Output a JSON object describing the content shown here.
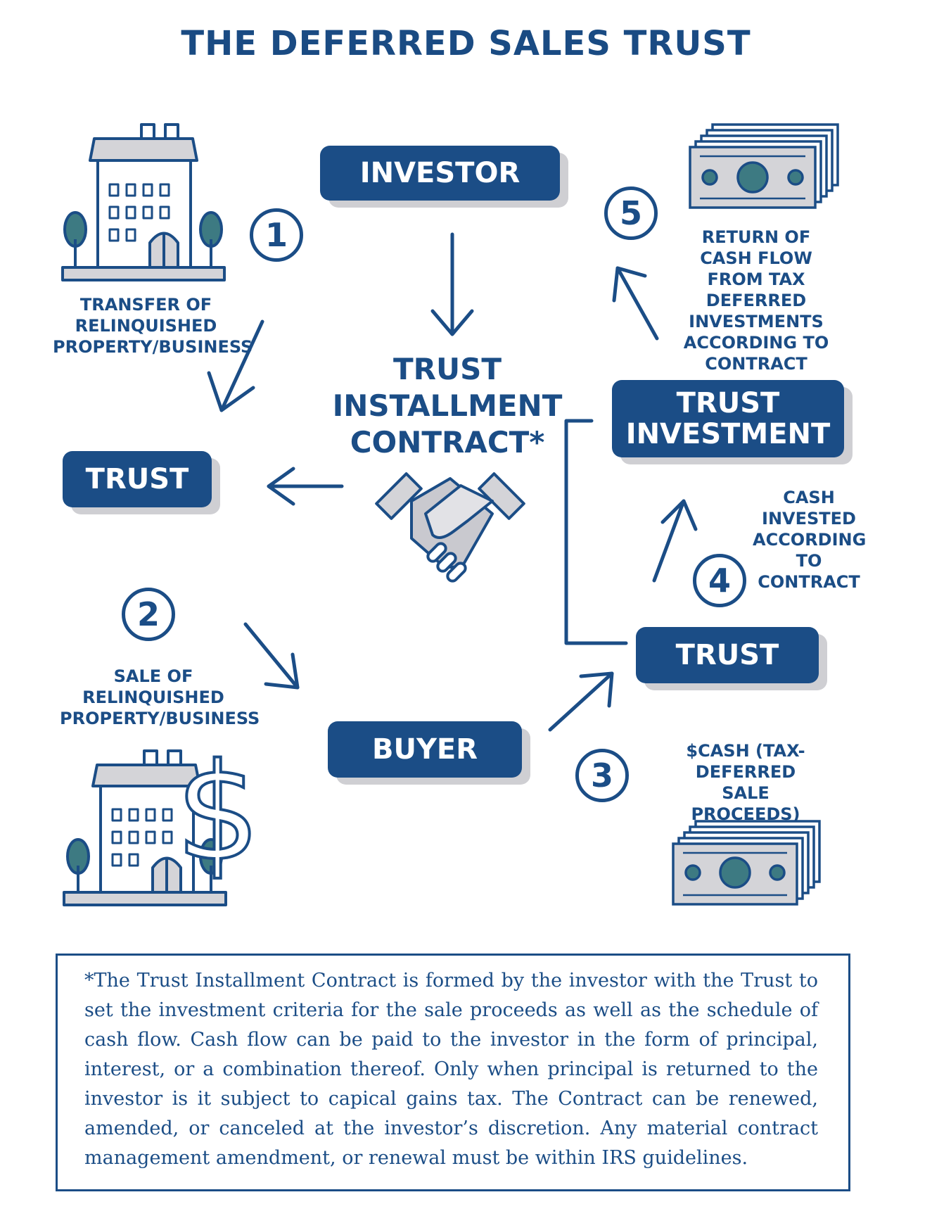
{
  "title": "THE DEFERRED SALES TRUST",
  "nodes": {
    "investor": "INVESTOR",
    "trust_left": "TRUST",
    "trust_investment": "TRUST INVESTMENT",
    "trust_right": "TRUST",
    "buyer": "BUYER"
  },
  "contract_title": "TRUST INSTALLMENT CONTRACT*",
  "steps": [
    {
      "number": "1",
      "label": "TRANSFER OF RELINQUISHED PROPERTY/BUSINESS"
    },
    {
      "number": "2",
      "label": "SALE OF RELINQUISHED PROPERTY/BUSINESS"
    },
    {
      "number": "3",
      "label": "$CASH (TAX-DEFERRED SALE PROCEEDS)"
    },
    {
      "number": "4",
      "label": "CASH INVESTED ACCORDING TO CONTRACT"
    },
    {
      "number": "5",
      "label": "RETURN OF CASH FLOW FROM TAX DEFERRED INVESTMENTS ACCORDING TO CONTRACT"
    }
  ],
  "dollar_sign": "$",
  "footnote": "*The Trust Installment Contract is formed by the investor with the Trust to set the investment criteria for the sale proceeds as well as the schedule of cash flow. Cash flow can be paid to the investor in the form of principal, interest, or a combination thereof. Only when principal is returned to the investor is it subject to capical gains tax. The Contract can be renewed, amended, or canceled at the investor’s discretion. Any material contract management amendment, or renewal must be within IRS guidelines.",
  "colors": {
    "primary": "#1b4d86",
    "shadow": "#cfcfd3",
    "icon_gray": "#d4d4d8",
    "icon_teal": "#3d7a82"
  },
  "icons": [
    "building-icon",
    "building-dollar-icon",
    "cash-stack-icon",
    "handshake-icon"
  ]
}
